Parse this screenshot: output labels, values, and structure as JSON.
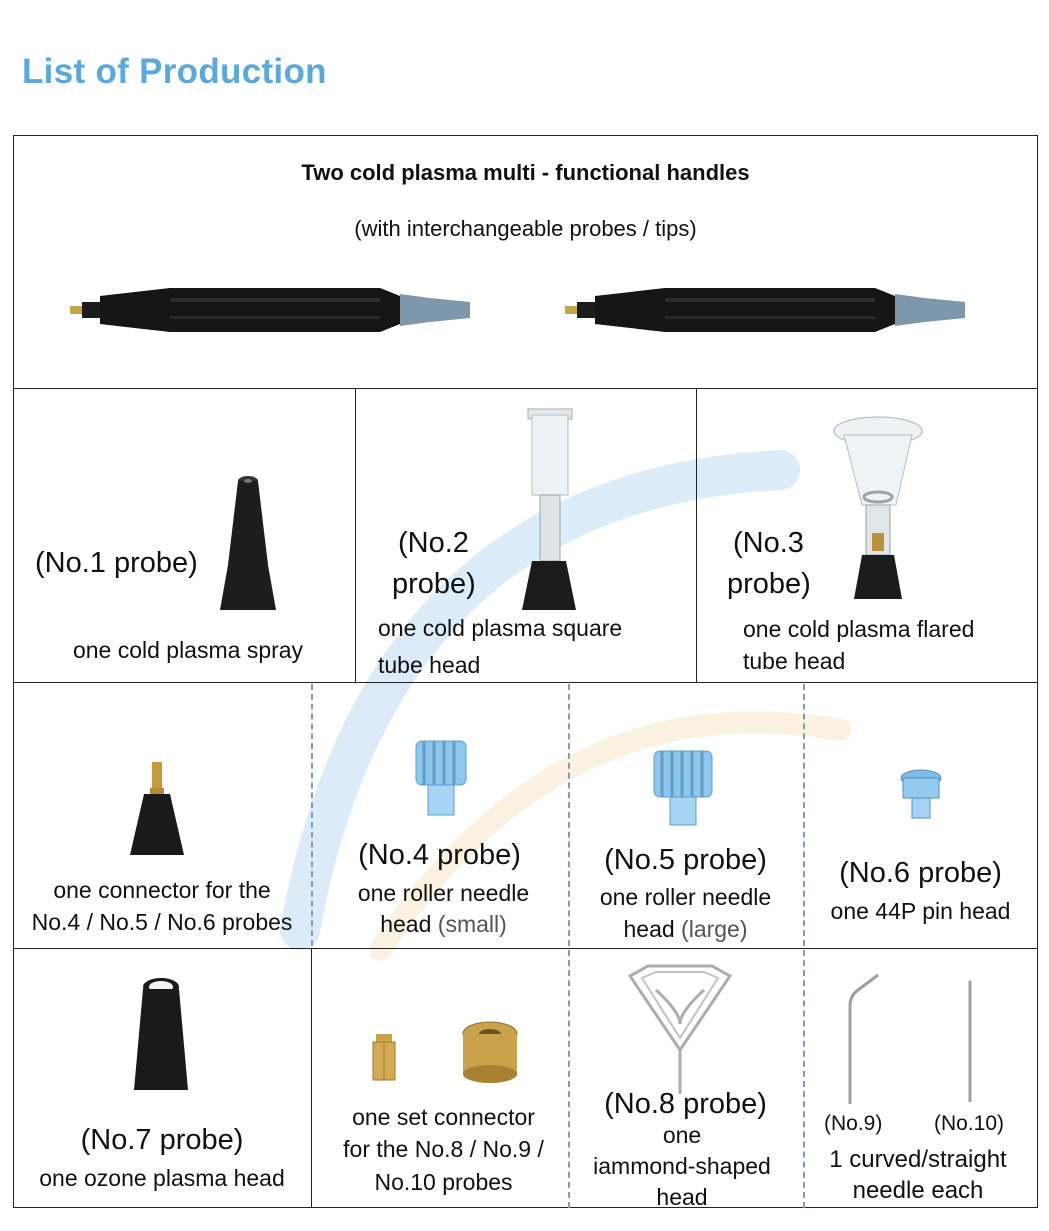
{
  "title": "List of Production",
  "handles": {
    "heading": "Two cold plasma multi - functional handles",
    "subheading": "(with interchangeable probes / tips)"
  },
  "row1": [
    {
      "probe": "(No.1 probe)",
      "desc": "one cold plasma spray"
    },
    {
      "probe_l1": "(No.2",
      "probe_l2": "probe)",
      "desc_l1": "one cold plasma square",
      "desc_l2": "tube head"
    },
    {
      "probe_l1": "(No.3",
      "probe_l2": "probe)",
      "desc_l1": "one cold plasma flared",
      "desc_l2": "tube head"
    }
  ],
  "row2": [
    {
      "desc_l1": "one connector for the",
      "desc_l2": "No.4 / No.5 / No.6 probes"
    },
    {
      "probe": "(No.4 probe)",
      "desc_l1": "one roller needle",
      "desc_l2a": "head ",
      "desc_l2b": "(small)"
    },
    {
      "probe": "(No.5 probe)",
      "desc_l1": "one roller needle",
      "desc_l2a": "head ",
      "desc_l2b": "(large)"
    },
    {
      "probe": "(No.6 probe)",
      "desc": "one 44P pin head"
    }
  ],
  "row3": [
    {
      "probe": "(No.7 probe)",
      "desc": "one ozone plasma head"
    },
    {
      "desc_l1": "one set connector",
      "desc_l2": "for the No.8 / No.9 /",
      "desc_l3": "No.10 probes"
    },
    {
      "probe": "(No.8 probe)",
      "desc_l1": "one",
      "desc_l2": "iammond-shaped",
      "desc_l3": "head"
    },
    {
      "probe_a": "(No.9)",
      "probe_b": "(No.10)",
      "desc_l1": "1 curved/straight",
      "desc_l2": "needle each"
    }
  ]
}
